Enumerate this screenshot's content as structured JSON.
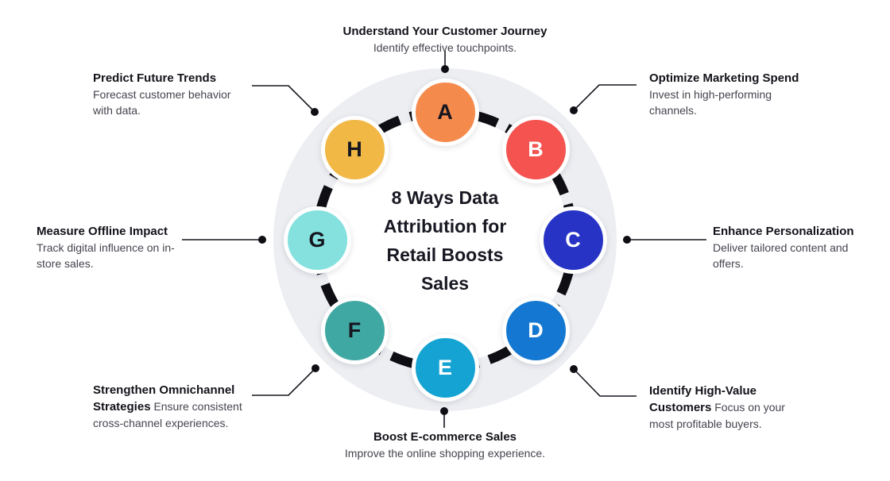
{
  "title": {
    "text": "8 Ways Data Attribution for Retail Boosts Sales",
    "lines": [
      "8 Ways Data",
      "Attribution for",
      "Retail Boosts",
      "Sales"
    ]
  },
  "nodes": [
    {
      "label": "A",
      "color": "#F58A4D",
      "letter_color": "#16161F"
    },
    {
      "label": "B",
      "color": "#F45350",
      "letter_color": "#FFFFFF"
    },
    {
      "label": "C",
      "color": "#2633C5",
      "letter_color": "#FFFFFF"
    },
    {
      "label": "D",
      "color": "#1478D2",
      "letter_color": "#FFFFFF"
    },
    {
      "label": "E",
      "color": "#14A3D2",
      "letter_color": "#FFFFFF"
    },
    {
      "label": "F",
      "color": "#40A8A3",
      "letter_color": "#16161F"
    },
    {
      "label": "G",
      "color": "#84E1DE",
      "letter_color": "#16161F"
    },
    {
      "label": "H",
      "color": "#F1B845",
      "letter_color": "#16161F"
    }
  ],
  "callouts": {
    "top": {
      "heading": "Understand Your Customer Journey",
      "body": "Identify effective touchpoints."
    },
    "top_right": {
      "heading": "Optimize Marketing Spend",
      "body": "Invest in high-performing channels."
    },
    "right": {
      "heading": "Enhance Personalization",
      "body": "Deliver tailored content and offers."
    },
    "bottom_right": {
      "heading": "Identify High-Value Customers",
      "body": "Focus on your most profitable buyers."
    },
    "bottom": {
      "heading": "Boost E-commerce Sales",
      "body": "Improve the online shopping experience."
    },
    "bottom_left": {
      "heading": "Strengthen Omnichannel Strategies",
      "body": "Ensure consistent cross-channel experiences."
    },
    "left": {
      "heading": "Measure Offline Impact",
      "body": "Track digital influence on in-store sales."
    },
    "top_left": {
      "heading": "Predict Future Trends",
      "body": "Forecast customer behavior with data."
    }
  },
  "colors": {
    "background": "#FFFFFF",
    "outer_disc": "#ECEEF2",
    "inner_disc": "#FFFFFF",
    "ring_dash": "#0E0E14",
    "connector": "#15151F",
    "heading_text": "#121219",
    "body_text": "#44444E"
  }
}
